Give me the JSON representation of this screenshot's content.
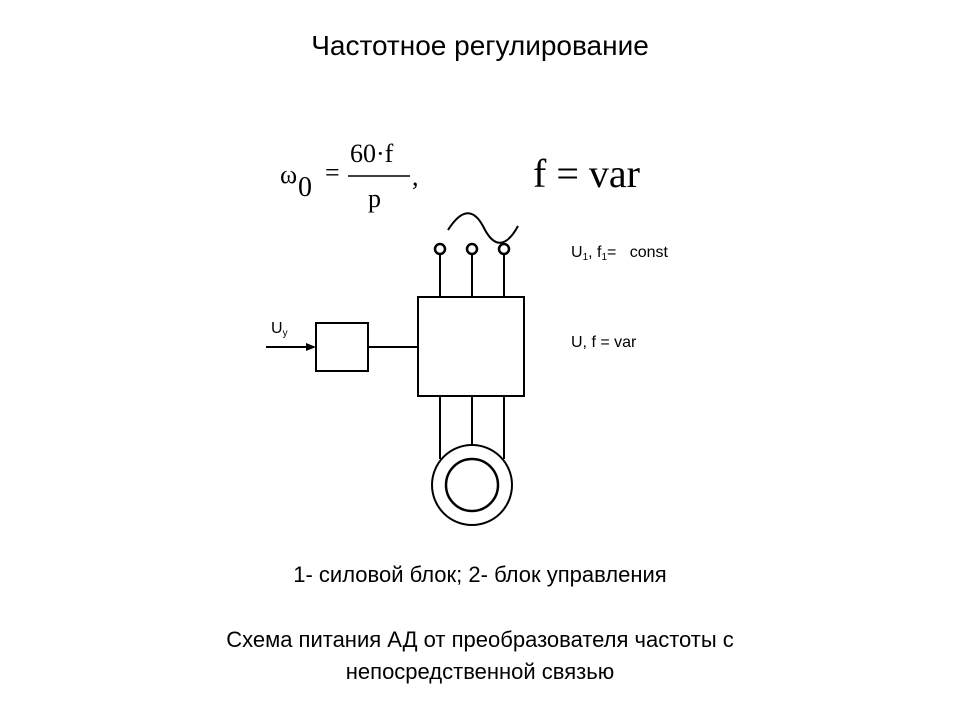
{
  "title": "Частотное регулирование",
  "formula": {
    "omega": "ω",
    "omega_sub": "0",
    "equals": "=",
    "numerator": "60·f",
    "denominator": "p",
    "comma": ",",
    "f_var": "f = var"
  },
  "labels": {
    "uy_main": "U",
    "uy_sub": "y",
    "u1_a": "U",
    "u1_sub": "1",
    "u1_b": ", f",
    "f1_sub": "1",
    "u1_c": "=   const",
    "uf": "U, f = var"
  },
  "legend": "1- силовой блок; 2- блок управления",
  "caption_line1": "Схема питания АД от преобразователя частоты с",
  "caption_line2": "непосредственной связью"
}
